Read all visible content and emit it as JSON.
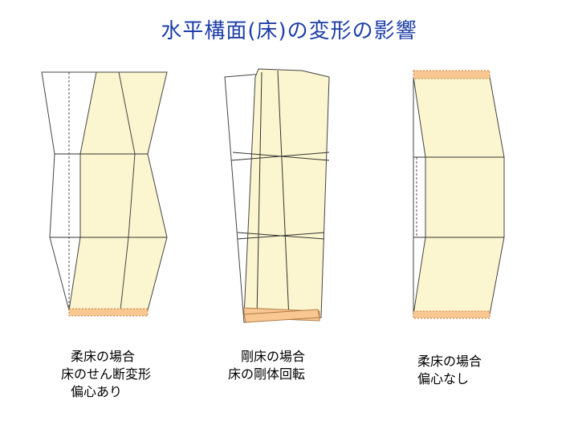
{
  "title": "水平構面(床)の変形の影響",
  "colors": {
    "title": "#1f3fa8",
    "wall_fill": "#fbf6cf",
    "floor_fill": "#f9c892",
    "stroke": "#333333"
  },
  "panels": [
    {
      "id": "flexible-eccentric",
      "caption": [
        "柔床の場合",
        "床のせん断変形",
        "偏心あり"
      ]
    },
    {
      "id": "rigid",
      "caption": [
        "剛床の場合",
        "床の剛体回転"
      ]
    },
    {
      "id": "flexible-no-eccentric",
      "caption": [
        "柔床の場合",
        "偏心なし"
      ]
    }
  ]
}
